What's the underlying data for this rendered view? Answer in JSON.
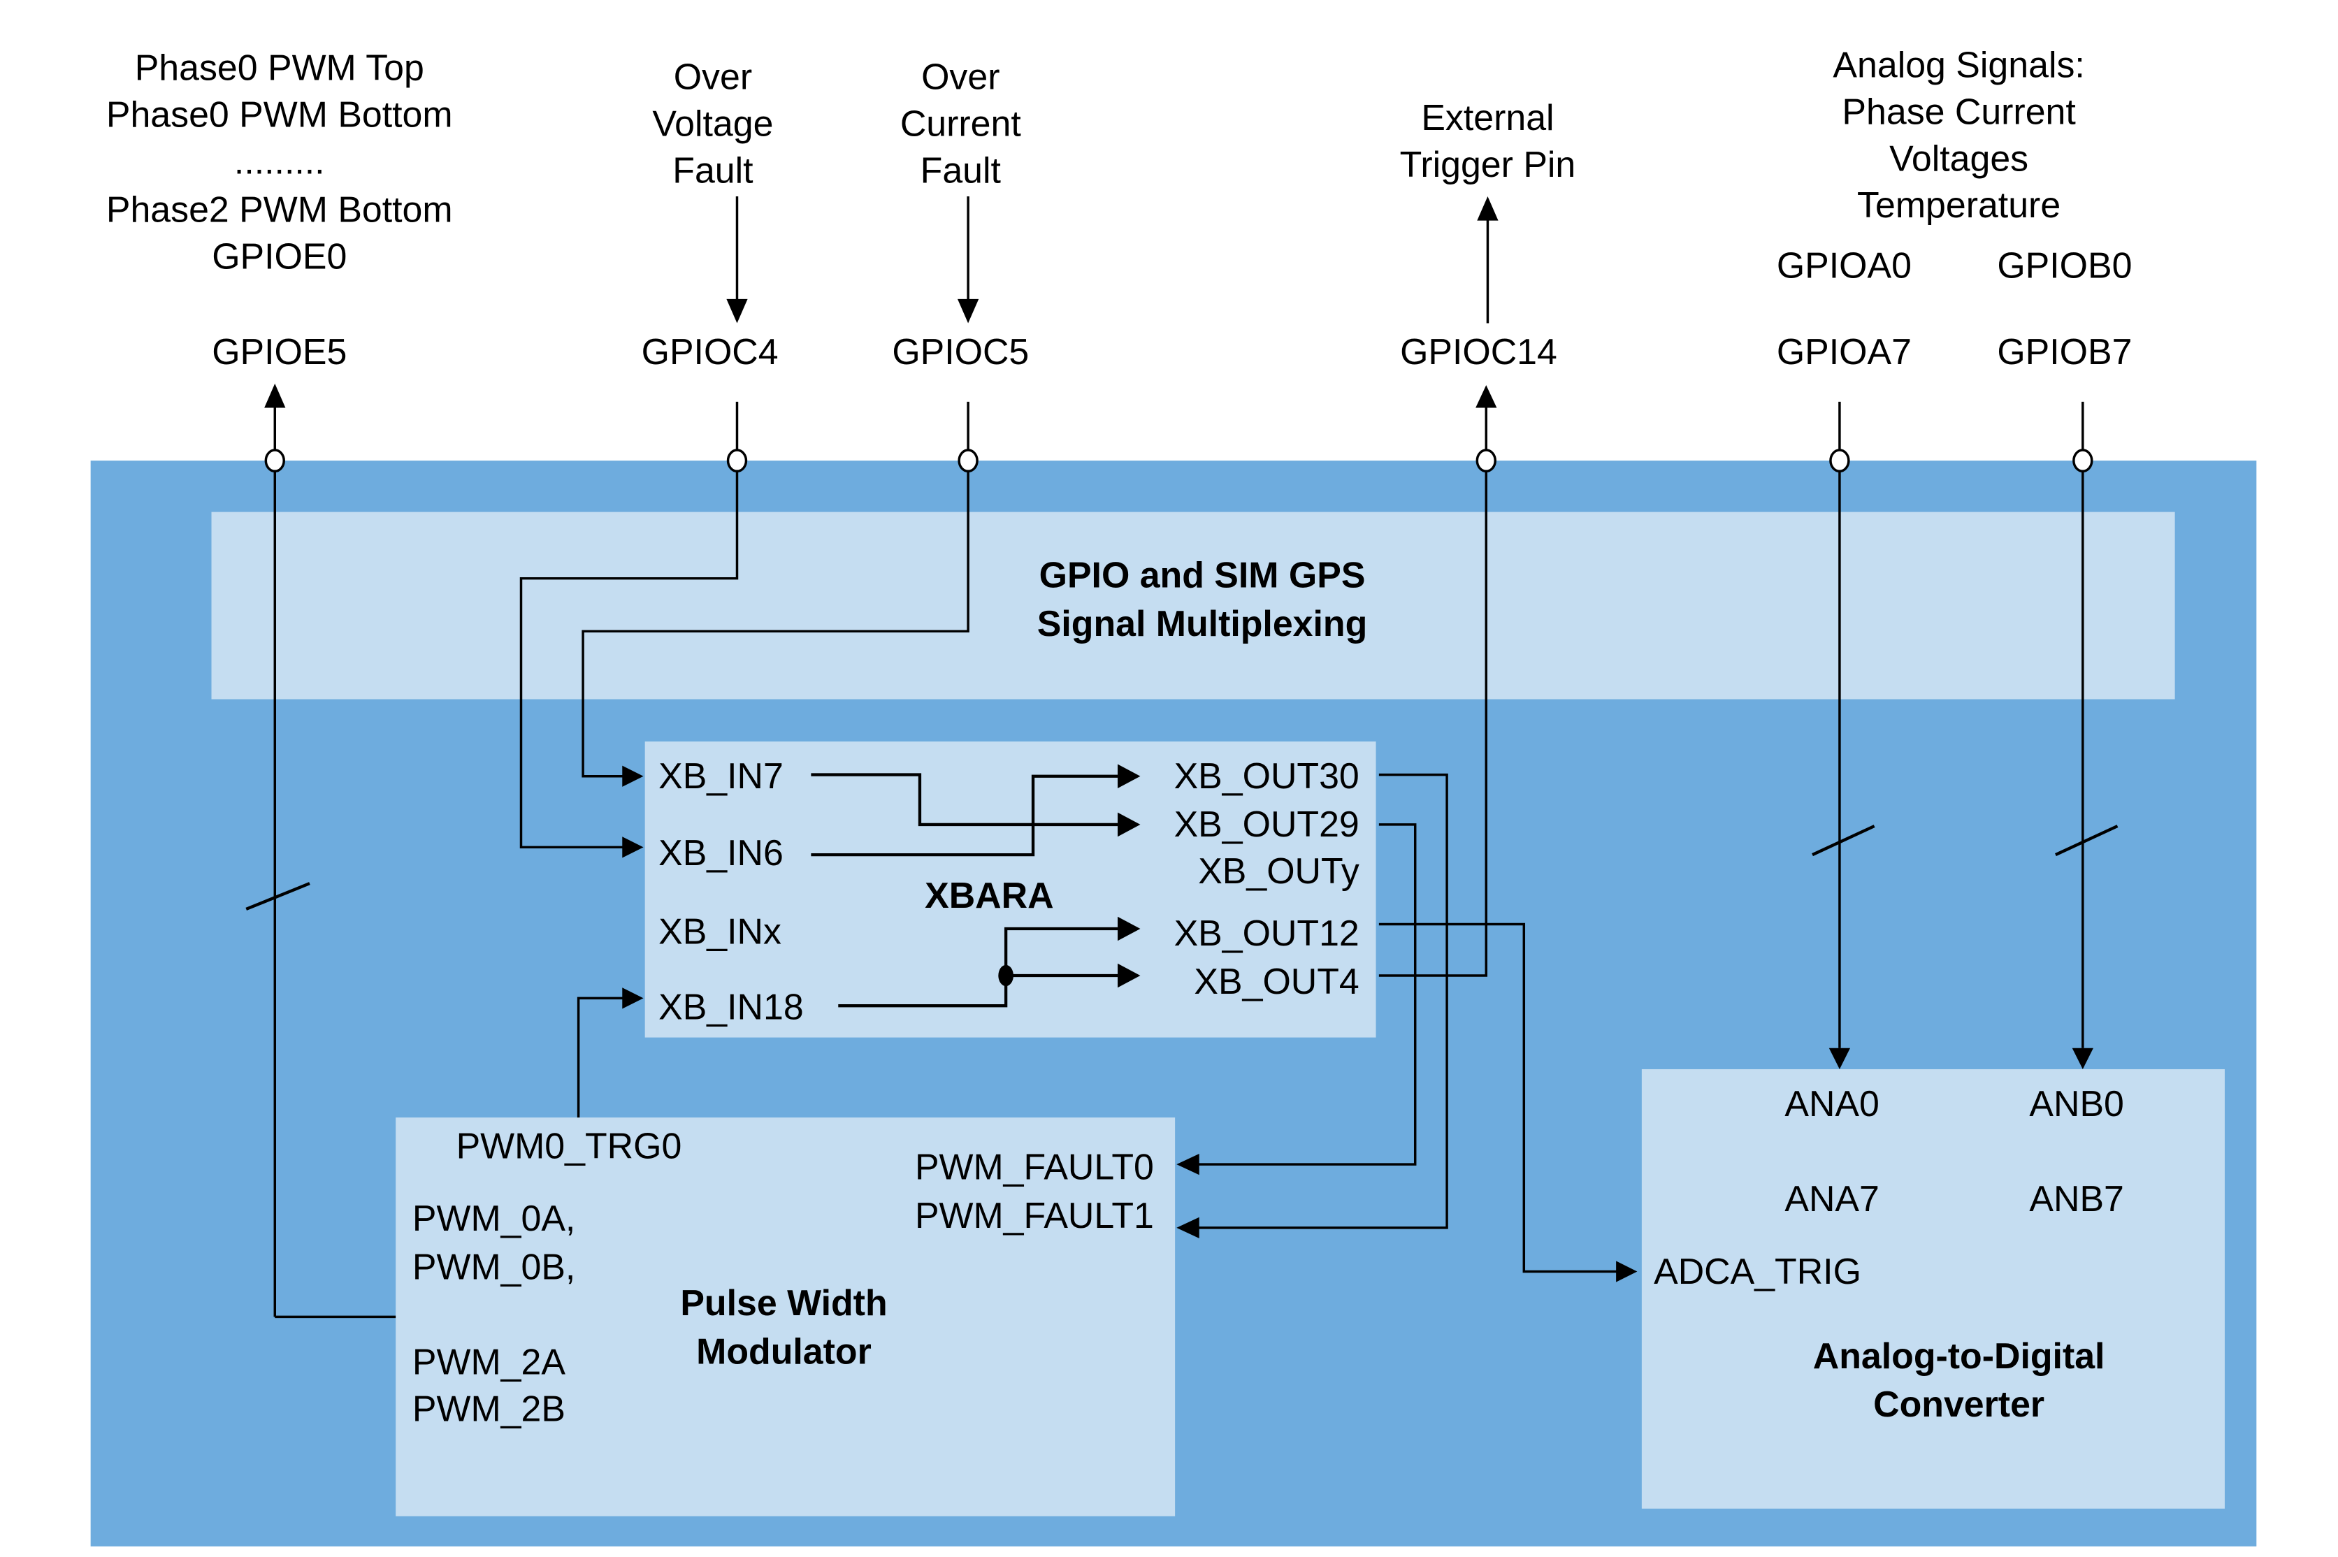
{
  "colors": {
    "chip_background": "#6EACDE",
    "block_fill": "#C5DDF1",
    "wire": "#000000"
  },
  "external_signals": {
    "pwm_outputs": [
      "Phase0 PWM Top",
      "Phase0 PWM Bottom",
      ".........",
      "Phase2 PWM Bottom",
      "GPIOE0"
    ],
    "pwm_pin_end": "GPIOE5",
    "over_voltage": [
      "Over",
      "Voltage",
      "Fault"
    ],
    "over_voltage_pin": "GPIOC4",
    "over_current": [
      "Over",
      "Current",
      "Fault"
    ],
    "over_current_pin": "GPIOC5",
    "ext_trigger": [
      "External",
      "Trigger Pin"
    ],
    "ext_trigger_pin": "GPIOC14",
    "analog": [
      "Analog Signals:",
      "Phase Current",
      "Voltages",
      "Temperature"
    ],
    "analog_a_start": "GPIOA0",
    "analog_a_end": "GPIOA7",
    "analog_b_start": "GPIOB0",
    "analog_b_end": "GPIOB7"
  },
  "gpio_mux": {
    "title": [
      "GPIO and SIM GPS",
      "Signal Multiplexing"
    ]
  },
  "xbara": {
    "title": "XBARA",
    "inputs": [
      "XB_IN7",
      "XB_IN6",
      "XB_INx",
      "XB_IN18"
    ],
    "outputs": [
      "XB_OUT30",
      "XB_OUT29",
      "XB_OUTy",
      "XB_OUT12",
      "XB_OUT4"
    ]
  },
  "pwm": {
    "title": [
      "Pulse Width",
      "Modulator"
    ],
    "trigger": "PWM0_TRG0",
    "outputs": [
      "PWM_0A,",
      "PWM_0B,",
      "PWM_2A",
      "PWM_2B"
    ],
    "faults": [
      "PWM_FAULT0",
      "PWM_FAULT1"
    ]
  },
  "adc": {
    "title": [
      "Analog-to-Digital",
      "Converter"
    ],
    "channels_a": [
      "ANA0",
      "ANA7"
    ],
    "channels_b": [
      "ANB0",
      "ANB7"
    ],
    "trigger": "ADCA_TRIG"
  }
}
